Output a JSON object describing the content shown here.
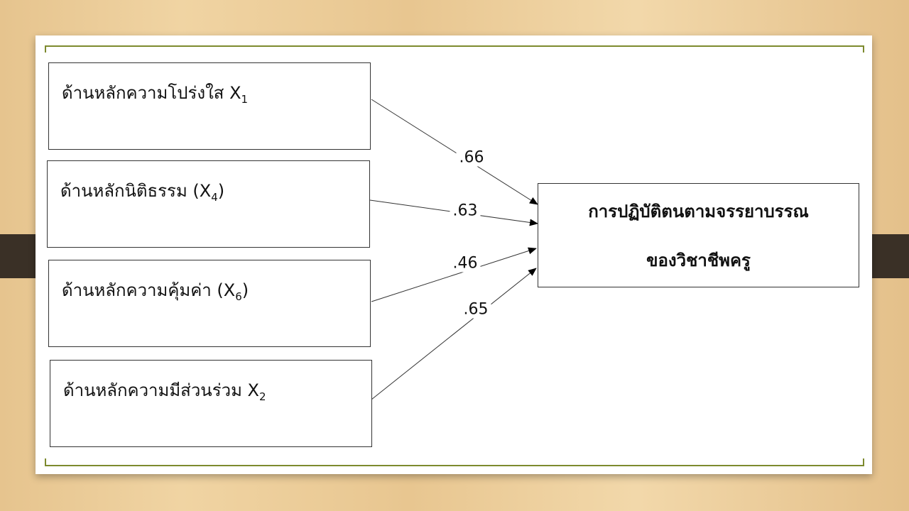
{
  "predictors": [
    {
      "label": "ด้านหลักความโปร่งใส ",
      "var": "X",
      "sub": "1",
      "pre": "",
      "post": ""
    },
    {
      "label": "ด้านหลักนิติธรรม ",
      "var": "X",
      "sub": "4",
      "pre": "(",
      "post": ")"
    },
    {
      "label": "ด้านหลักความคุ้มค่า ",
      "var": "X",
      "sub": "6",
      "pre": "(",
      "post": ")"
    },
    {
      "label": "ด้านหลักความมีส่วนร่วม ",
      "var": "X",
      "sub": "2",
      "pre": "",
      "post": ""
    }
  ],
  "outcome": {
    "line1": "การปฏิบัติตนตามจรรยาบรรณ",
    "line2": "ของวิชาชีพครู"
  },
  "coefficients": [
    ".66",
    ".63",
    ".46",
    ".65"
  ],
  "colors": {
    "rule": "#7d8a2e",
    "bar": "#3a3026"
  }
}
